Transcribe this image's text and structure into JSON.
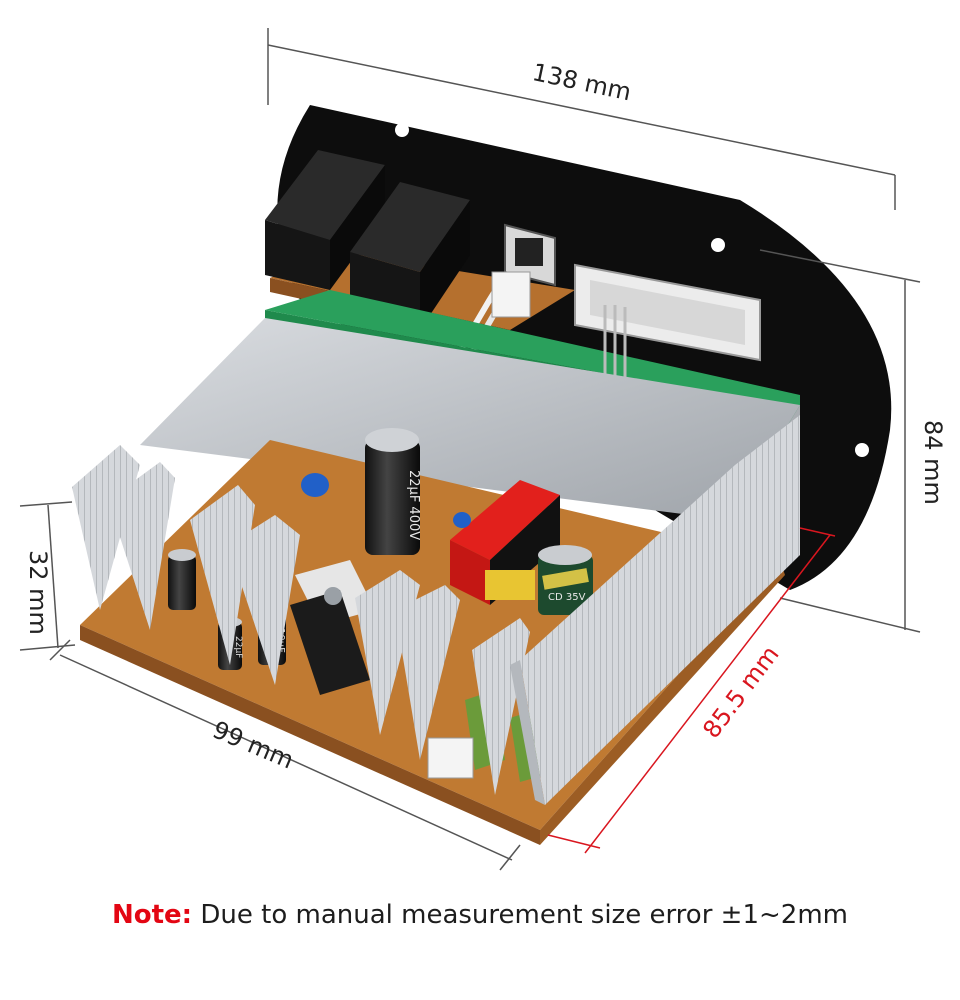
{
  "dimensions": {
    "width": "138 mm",
    "height": "84 mm",
    "thickness": "32 mm",
    "length": "99 mm",
    "depth": "85.5 mm"
  },
  "note": {
    "label": "Note:",
    "text": "Due to manual measurement size error ±1~2mm"
  },
  "board_print": {
    "cap_large": "22μF 400V",
    "cap_small_1": "10μF",
    "cap_small_2": "22μF",
    "cap_green": "CD 35V"
  },
  "colors": {
    "dimension_line": "#555555",
    "highlight_dimension": "#d9161f",
    "note_label": "#e30613",
    "pcb_brown": "#b06a2a",
    "pcb_green": "#1f8a4c",
    "heatsink": "#c9ccd0",
    "faceplate": "#111111"
  }
}
